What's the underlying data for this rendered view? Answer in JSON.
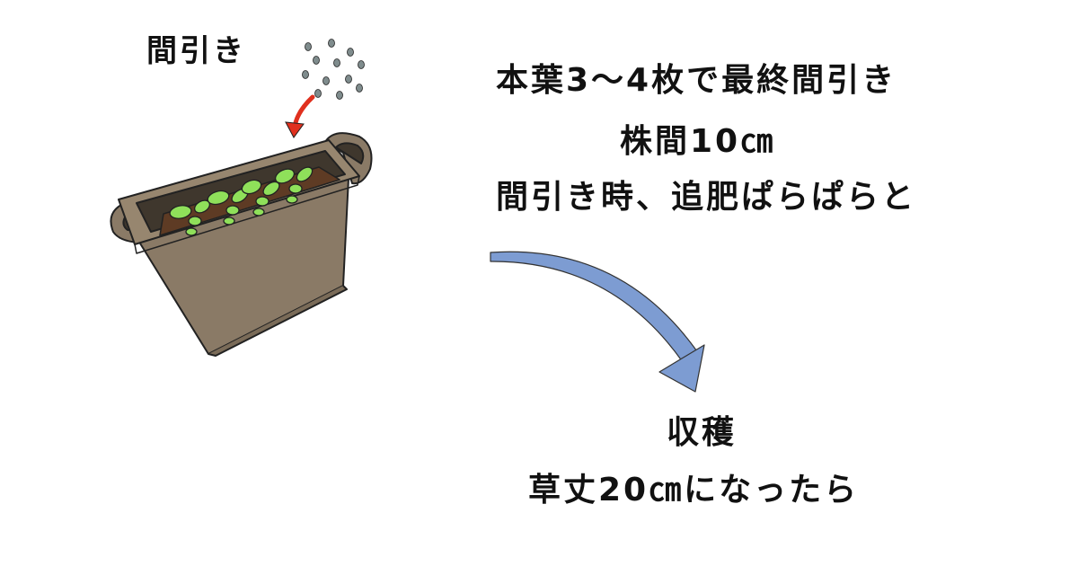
{
  "labels": {
    "thinning": "間引き"
  },
  "notes": {
    "line1": "本葉3〜4枚で最終間引き",
    "line2": "株間10㎝",
    "line3": "間引き時、追肥ぱらぱらと"
  },
  "harvest": {
    "title": "収穫",
    "condition": "草丈20㎝になったら"
  },
  "colors": {
    "planter": "#8a7a66",
    "soil": "#5e3b24",
    "seedling": "#8fe05a",
    "seed": "#7f8c8d",
    "red_arrow": "#e0301e",
    "blue_arrow": "#7d9cd2"
  }
}
